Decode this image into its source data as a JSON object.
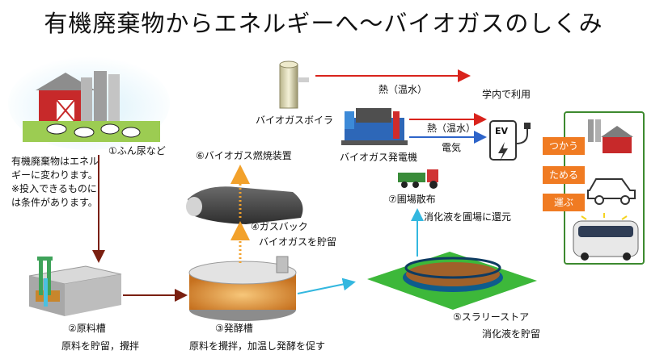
{
  "title": "有機廃棄物からエネルギーへ～バイオガスのしくみ",
  "steps": {
    "s1": "①ふん尿など",
    "s2": "②原料槽",
    "s2_desc": "原料を貯留，攪拌",
    "s3": "③発酵槽",
    "s3_desc": "原料を攪拌，加温し発酵を促す",
    "s4": "④ガスバック",
    "s4_desc": "バイオガスを貯留",
    "s5": "⑤スラリーストア",
    "s5_desc": "消化液を貯留",
    "s6": "⑥バイオガス燃焼装置",
    "s7": "⑦圃場散布",
    "s7_desc": "消化液を圃場に還元"
  },
  "note": "有機廃棄物はエネルギーに変わります。※投入できるものには条件があります。",
  "boiler": "バイオガスボイラ",
  "generator": "バイオガス発電機",
  "heat1": "熱（温水）",
  "heat2": "熱（温水）",
  "electricity": "電気",
  "campus_use": "学内で利用",
  "ev_label": "EV",
  "uses": [
    "つかう",
    "ためる",
    "運ぶ"
  ],
  "colors": {
    "heat_arrow": "#d9231c",
    "elec_arrow": "#2e64c9",
    "flow_arrow": "#7a1f10",
    "slurry_arrow": "#33b7df",
    "gas_arrow": "#f2a12b",
    "panel_border": "#3d8a2f",
    "orange_box": "#f07b22"
  }
}
